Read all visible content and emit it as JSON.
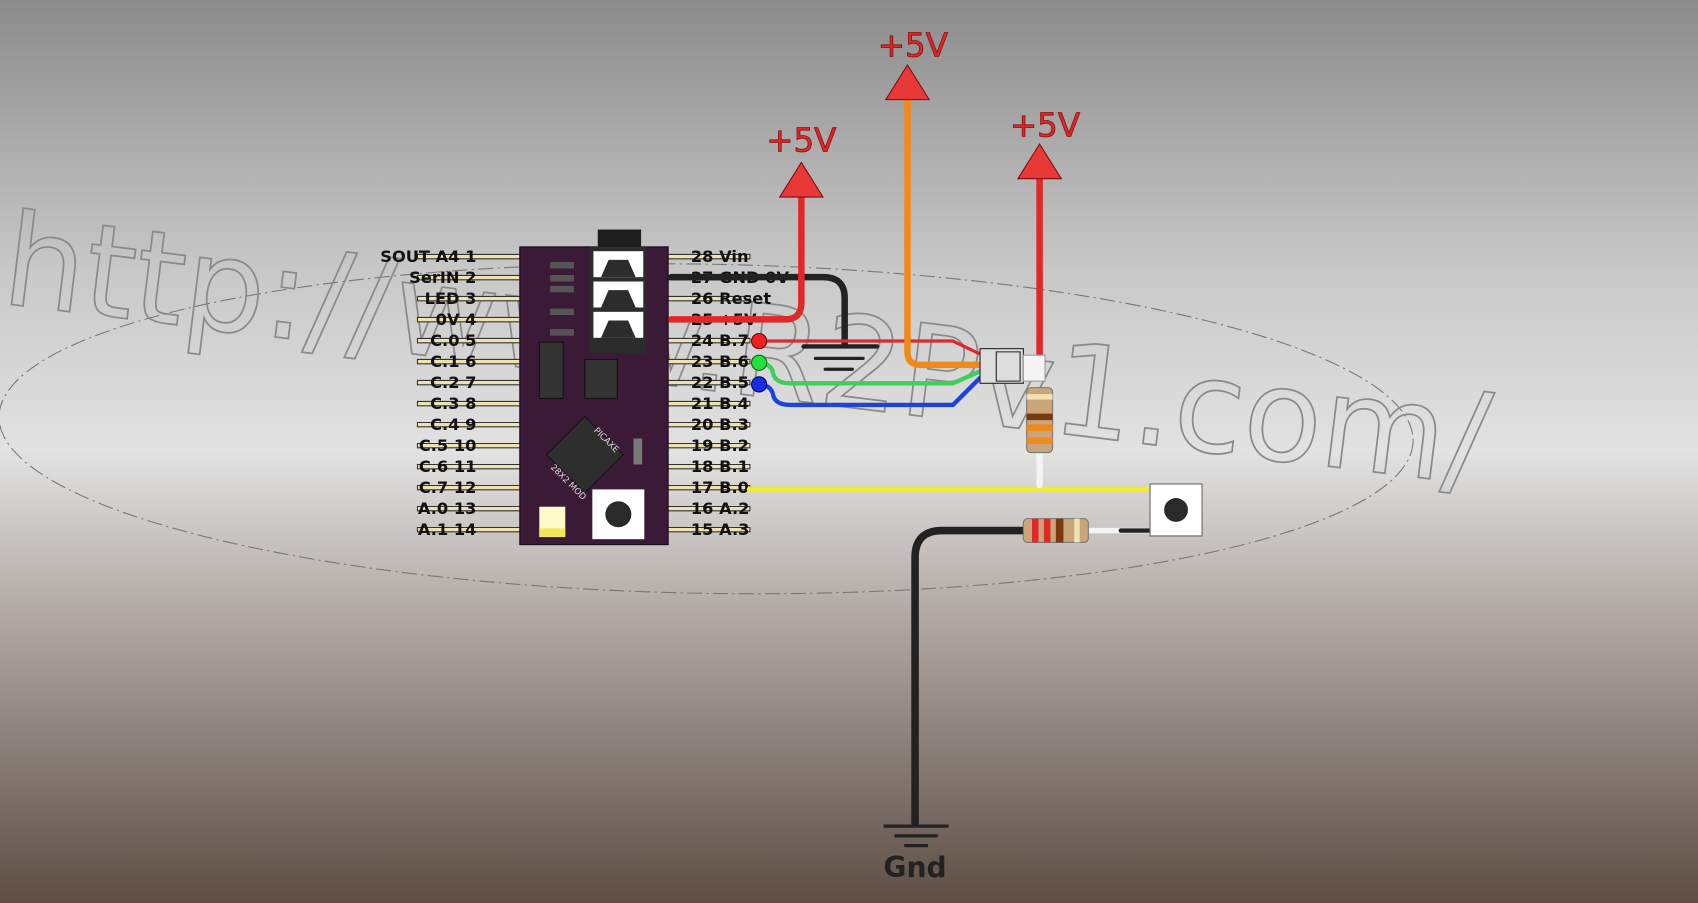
{
  "watermark": "http://www.R2Pv1.com/",
  "board": {
    "name_top": "PICAXE",
    "name_bottom": "28X2 MOD",
    "color": "#3b1a37"
  },
  "left_pins": [
    "SOUT A4  1",
    "SerIN 2",
    "LED 3",
    "0V 4",
    "C.0  5",
    "C.1  6",
    "C.2  7",
    "C.3  8",
    "C.4  9",
    "C.5  10",
    "C.6  11",
    "C.7  12",
    "A.0  13",
    "A.1  14"
  ],
  "right_pins": [
    "28  Vin",
    "27  GND 0V",
    "26  Reset",
    "25  +5V",
    "24  B.7",
    "23  B.6",
    "22  B.5",
    "21  B.4",
    "20  B.3",
    "19  B.2",
    "18  B.1",
    "17  B.0",
    "16  A.2",
    "15  A.3"
  ],
  "power_labels": [
    "+5V",
    "+5V",
    "+5V"
  ],
  "ground_label": "Gnd",
  "colors": {
    "red": "#e02828",
    "orange": "#f08a1a",
    "green": "#3ecf5a",
    "blue": "#1a46d8",
    "yellow": "#f2ea2a",
    "black": "#222222"
  }
}
